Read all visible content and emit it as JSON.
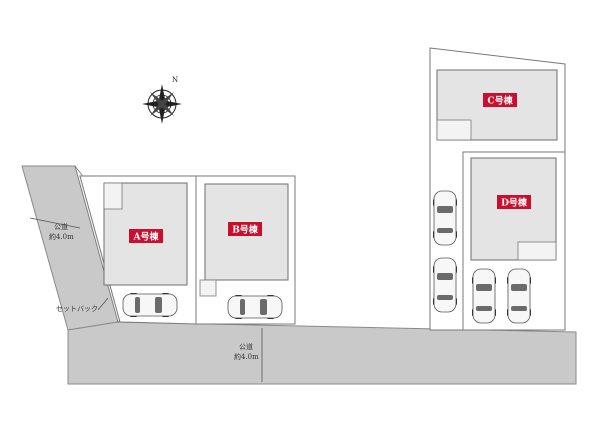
{
  "compass": {
    "north_label": "N",
    "icon": "compass-rose-icon"
  },
  "buildings": [
    {
      "id": "a",
      "label": "A号棟"
    },
    {
      "id": "b",
      "label": "B号棟"
    },
    {
      "id": "c",
      "label": "C号棟"
    },
    {
      "id": "d",
      "label": "D号棟"
    }
  ],
  "roads": {
    "left": {
      "line1": "公道",
      "line2": "約4.0m"
    },
    "bottom": {
      "line1": "公道",
      "line2": "約4.0m"
    }
  },
  "setback_label": "セットバック",
  "colors": {
    "label_red": "#c8102e",
    "road_gray": "#c9c9c9"
  }
}
